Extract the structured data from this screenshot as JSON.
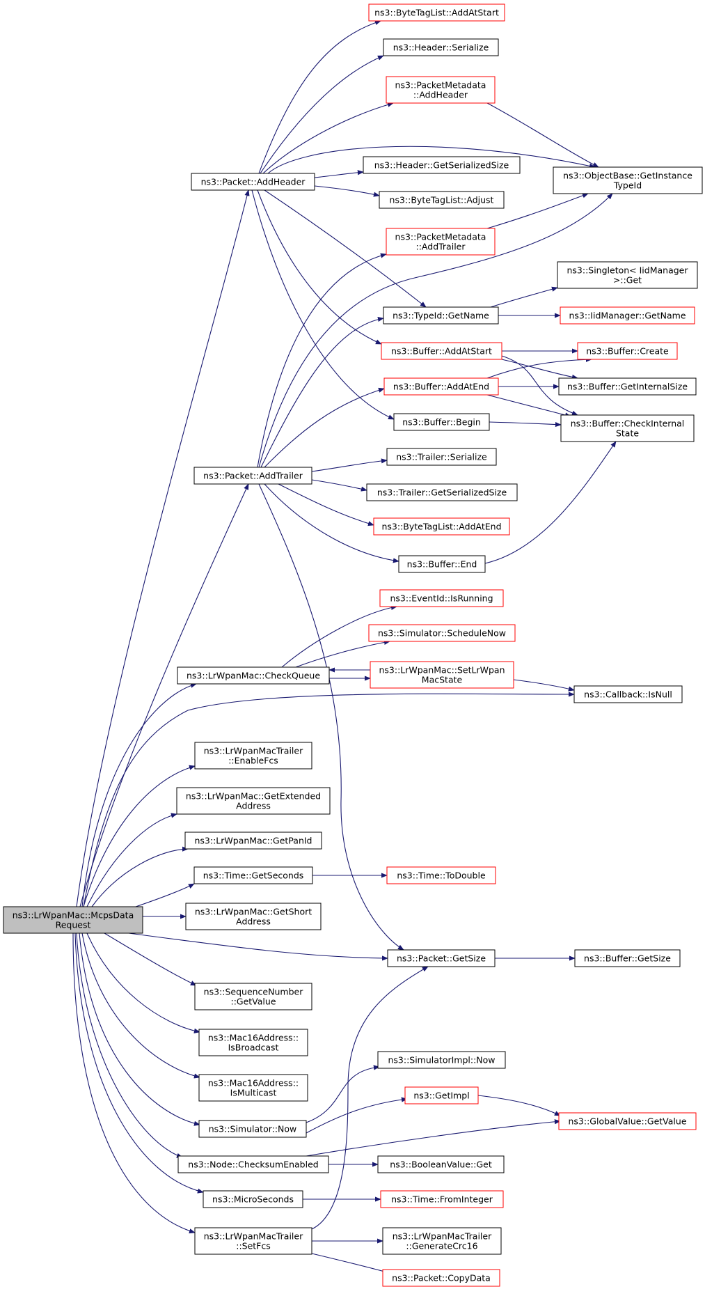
{
  "nodes": {
    "root": "ns3::LrWpanMac::McpsData|Request",
    "addHeader": "ns3::Packet::AddHeader",
    "addTrailer": "ns3::Packet::AddTrailer",
    "checkQueue": "ns3::LrWpanMac::CheckQueue",
    "enableFcs": "ns3::LrWpanMacTrailer|::EnableFcs",
    "getExtAddr": "ns3::LrWpanMac::GetExtended|Address",
    "getPanId": "ns3::LrWpanMac::GetPanId",
    "getSeconds": "ns3::Time::GetSeconds",
    "getShortAddr": "ns3::LrWpanMac::GetShort|Address",
    "seqGetValue": "ns3::SequenceNumber|::GetValue",
    "isBroadcast": "ns3::Mac16Address::|IsBroadcast",
    "isMulticast": "ns3::Mac16Address::|IsMulticast",
    "simNow": "ns3::Simulator::Now",
    "checksumEnabled": "ns3::Node::ChecksumEnabled",
    "microSeconds": "ns3::MicroSeconds",
    "setFcs": "ns3::LrWpanMacTrailer|::SetFcs",
    "btlAddAtStart": "ns3::ByteTagList::AddAtStart",
    "headerSerialize": "ns3::Header::Serialize",
    "pmAddHeader": "ns3::PacketMetadata|::AddHeader",
    "headerGetSize": "ns3::Header::GetSerializedSize",
    "btlAdjust": "ns3::ByteTagList::Adjust",
    "objGetInstance": "ns3::ObjectBase::GetInstance|TypeId",
    "pmAddTrailer": "ns3::PacketMetadata|::AddTrailer",
    "singletonGet": "ns3::Singleton< IidManager|>::Get",
    "typeIdGetName": "ns3::TypeId::GetName",
    "iidGetName": "ns3::IidManager::GetName",
    "bufAddAtStart": "ns3::Buffer::AddAtStart",
    "bufCreate": "ns3::Buffer::Create",
    "bufAddAtEnd": "ns3::Buffer::AddAtEnd",
    "bufGetInternalSize": "ns3::Buffer::GetInternalSize",
    "bufBegin": "ns3::Buffer::Begin",
    "bufCheckInternal": "ns3::Buffer::CheckInternal|State",
    "trailerSerialize": "ns3::Trailer::Serialize",
    "trailerGetSize": "ns3::Trailer::GetSerializedSize",
    "btlAddAtEnd": "ns3::ByteTagList::AddAtEnd",
    "bufEnd": "ns3::Buffer::End",
    "eventIsRunning": "ns3::EventId::IsRunning",
    "simScheduleNow": "ns3::Simulator::ScheduleNow",
    "setLrWpanState": "ns3::LrWpanMac::SetLrWpan|MacState",
    "callbackIsNull": "ns3::Callback::IsNull",
    "timeToDouble": "ns3::Time::ToDouble",
    "packetGetSize": "ns3::Packet::GetSize",
    "bufGetSize": "ns3::Buffer::GetSize",
    "simImplNow": "ns3::SimulatorImpl::Now",
    "getImpl": "ns3::GetImpl",
    "globalGetValue": "ns3::GlobalValue::GetValue",
    "boolGet": "ns3::BooleanValue::Get",
    "timeFromInteger": "ns3::Time::FromInteger",
    "genCrc16": "ns3::LrWpanMacTrailer|::GenerateCrc16",
    "packetCopyData": "ns3::Packet::CopyData"
  },
  "colors": {
    "edge": "#191970",
    "node_border": "#000000",
    "highlight_border": "#ff0000",
    "root_fill": "#bfbfbf"
  }
}
